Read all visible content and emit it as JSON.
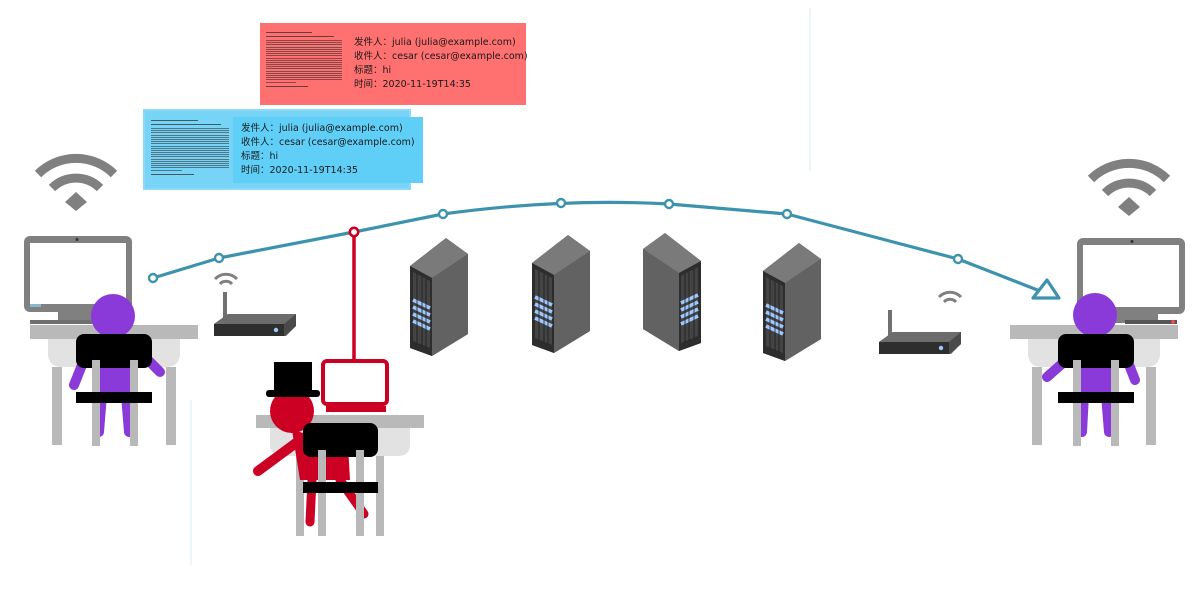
{
  "diagram": {
    "title": "Email interception between two users over a network",
    "colors": {
      "cable": "#3d93ad",
      "attacker": "#cc0022",
      "user": "#8a3ad8",
      "chair": "#000000",
      "desk": "#b9b9b9",
      "desk_under": "#e2e2e2",
      "device_gray": "#808080",
      "server_led": "#9ec8ff",
      "intercepted_card": "#ff7070",
      "original_card": "#66cff6"
    },
    "actors": [
      {
        "id": "sender",
        "role": "sender",
        "name": "julia",
        "icon": "person-at-computer"
      },
      {
        "id": "attacker",
        "role": "eavesdropper",
        "icon": "person-with-top-hat"
      },
      {
        "id": "recipient",
        "role": "recipient",
        "name": "cesar",
        "icon": "person-at-computer"
      }
    ],
    "network_path": [
      "sender-computer",
      "router",
      "tap-point",
      "server",
      "server",
      "server",
      "server",
      "router",
      "recipient-computer"
    ],
    "wifi_icons": 4,
    "servers": 4,
    "routers": 2
  },
  "emails": {
    "original": {
      "from_label": "发件人：",
      "from_value": "julia (julia@example.com)",
      "to_label": "收件人：",
      "to_value": "cesar (cesar@example.com)",
      "subject_label": "标题：",
      "subject_value": "hi",
      "time_label": "时间：",
      "time_value": "2020-11-19T14:35"
    },
    "intercepted": {
      "from_label": "发件人：",
      "from_value": "julia (julia@example.com)",
      "to_label": "收件人：",
      "to_value": "cesar (cesar@example.com)",
      "subject_label": "标题：",
      "subject_value": "hi",
      "time_label": "时间：",
      "time_value": "2020-11-19T14:35"
    }
  }
}
